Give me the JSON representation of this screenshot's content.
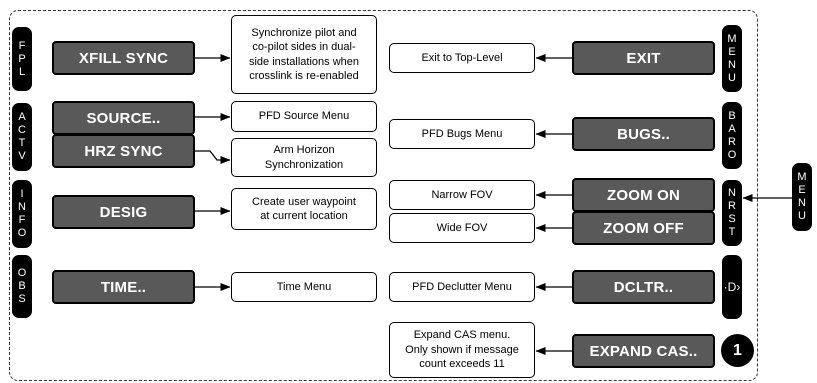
{
  "left_bezels": [
    {
      "label": "F\nP\nL"
    },
    {
      "label": "A\nC\nT\nV"
    },
    {
      "label": "I\nN\nF\nO"
    },
    {
      "label": "O\nB\nS"
    }
  ],
  "right_bezels": [
    {
      "label": "M\nE\nN\nU"
    },
    {
      "label": "B\nA\nR\nO"
    },
    {
      "label": "N\nR\nS\nT"
    },
    {
      "label": "·D›"
    }
  ],
  "outer_bezel": {
    "label": "M\nE\nN\nU"
  },
  "left_softkeys": [
    {
      "label": "XFILL SYNC"
    },
    {
      "label": "SOURCE.."
    },
    {
      "label": "HRZ SYNC"
    },
    {
      "label": "DESIG"
    },
    {
      "label": "TIME.."
    }
  ],
  "left_descriptions": [
    {
      "text": "Synchronize pilot and\nco-pilot sides in dual-\nside installations when\ncrosslink is re-enabled"
    },
    {
      "text": "PFD Source Menu"
    },
    {
      "text": "Arm Horizon\nSynchronization"
    },
    {
      "text": "Create user waypoint\nat current location"
    },
    {
      "text": "Time Menu"
    }
  ],
  "right_softkeys": [
    {
      "label": "EXIT"
    },
    {
      "label": "BUGS.."
    },
    {
      "label": "ZOOM ON"
    },
    {
      "label": "ZOOM OFF"
    },
    {
      "label": "DCLTR.."
    },
    {
      "label": "EXPAND CAS.."
    }
  ],
  "right_descriptions": [
    {
      "text": "Exit to Top-Level"
    },
    {
      "text": "PFD Bugs Menu"
    },
    {
      "text": "Narrow FOV"
    },
    {
      "text": "Wide FOV"
    },
    {
      "text": "PFD Declutter Menu"
    },
    {
      "text": "Expand CAS menu.\nOnly shown if message\ncount exceeds 11"
    }
  ],
  "note_marker": {
    "label": "1"
  }
}
